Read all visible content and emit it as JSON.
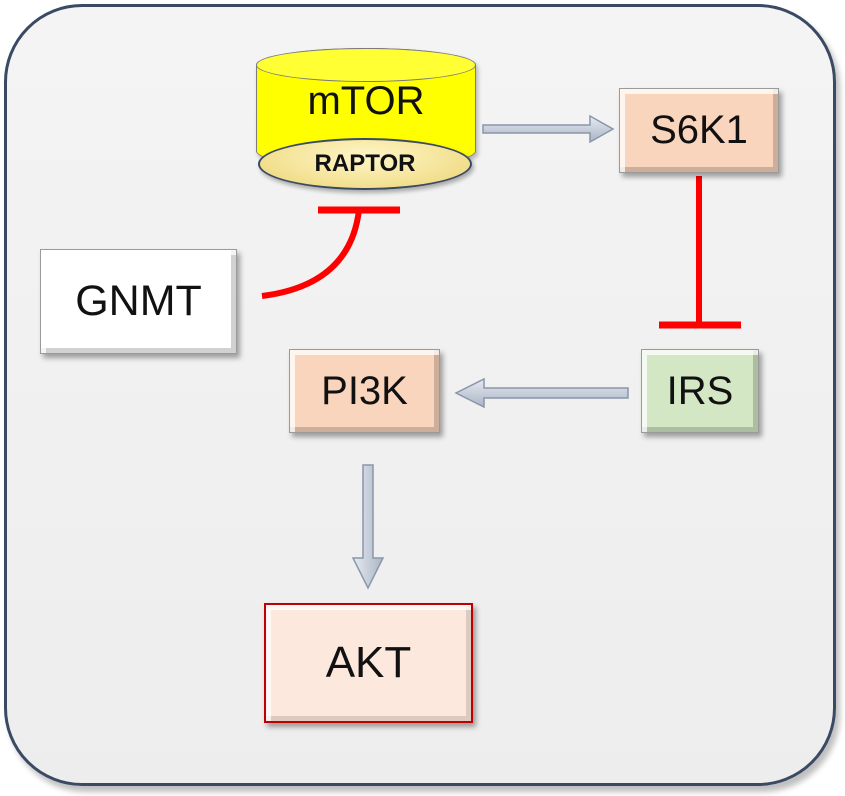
{
  "diagram": {
    "nodes": {
      "mtor": "mTOR",
      "raptor": "RAPTOR",
      "s6k1": "S6K1",
      "gnmt": "GNMT",
      "pi3k": "PI3K",
      "irs": "IRS",
      "akt": "AKT"
    },
    "edges": [
      {
        "from": "mTOR",
        "to": "S6K1",
        "type": "activation"
      },
      {
        "from": "S6K1",
        "to": "IRS",
        "type": "inhibition"
      },
      {
        "from": "GNMT",
        "to": "mTOR",
        "type": "inhibition"
      },
      {
        "from": "IRS",
        "to": "PI3K",
        "type": "activation"
      },
      {
        "from": "PI3K",
        "to": "AKT",
        "type": "activation"
      }
    ],
    "colors": {
      "mtor": "#ffff00",
      "raptor": "#f2df8e",
      "kinase": "#fad5bd",
      "irs": "#d4e7c5",
      "gnmt": "#ffffff",
      "akt": "#fce8dc",
      "inhibition": "#ff0000",
      "activation_arrow": "#c9d1de",
      "frame_border": "#3b4a63"
    }
  }
}
